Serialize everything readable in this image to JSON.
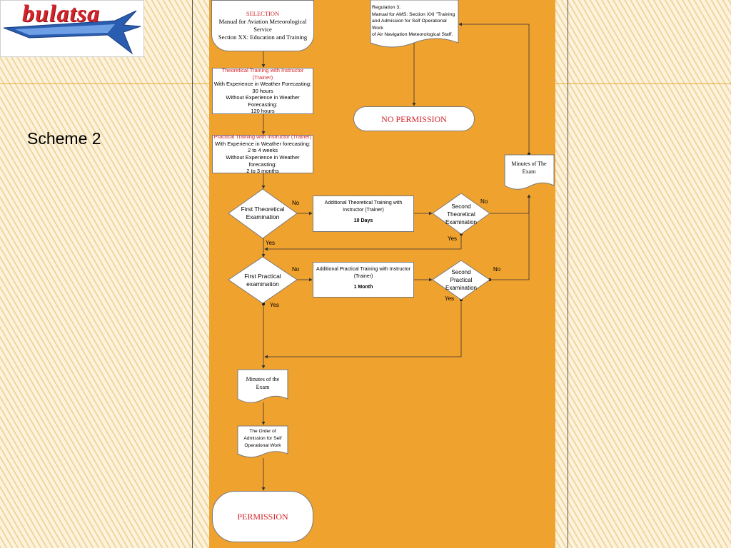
{
  "logo": {
    "text": "bulatsa"
  },
  "slide": {
    "heading": "Scheme 2"
  },
  "flow": {
    "selection": {
      "title": "SELECTION",
      "line1": "Manual for Aviation Meteorological",
      "line2": "Service",
      "line3": "Section XX: Education and Training"
    },
    "theoretical": {
      "title": "Theoretical Training with Instructor (Trainer)",
      "line1": "With Experience in Weather Forecasting:",
      "line2": "30 hours",
      "line3": "Without Experience in Weather Forecasting:",
      "line4": "120 hours"
    },
    "practical": {
      "title": "Practical Training with Instructor (Trainer)",
      "line1": "With Experience in Weather forecasting:",
      "line2": "2 to 4 weeks",
      "line3": "Without Experience in Weather forecasting:",
      "line4": "2 to 3 months"
    },
    "regulation": {
      "line1": "Regulation 3;",
      "line2": "Manual for AMS: Section XXI \"Training",
      "line3": "and Admission for Self Operational Work",
      "line4": "of Air Navigation Meteorological Staff."
    },
    "no_permission": "NO PERMISSION",
    "minutes_top": "Minutes of The Exam",
    "first_theoretical": "First Theoretical Examination",
    "additional_theoretical": {
      "line1": "Additional Theoretical Training with",
      "line2": "Instructor (Trainer)",
      "duration": "10 Days"
    },
    "second_theoretical": "Second Theoretical Examination",
    "first_practical": "First Practical examination",
    "additional_practical": {
      "line1": "Additional Practical Training with Instructor",
      "line2": "(Trainer)",
      "duration": "1 Month"
    },
    "second_practical": "Second Practical Examination",
    "minutes_bottom": "Minutes of the Exam",
    "order": "The Order of Admission for Self Operational Work",
    "permission": "PERMISSION",
    "labels": {
      "no_1": "No",
      "no_2": "No",
      "no_3": "No",
      "no_4": "No",
      "yes_1": "Yes",
      "yes_2": "Yes",
      "yes_3": "Yes",
      "yes_4": "Yes"
    }
  },
  "colors": {
    "panel": "#f0a22e",
    "accent_red": "#d2232a",
    "background": "#fdf3dc"
  }
}
